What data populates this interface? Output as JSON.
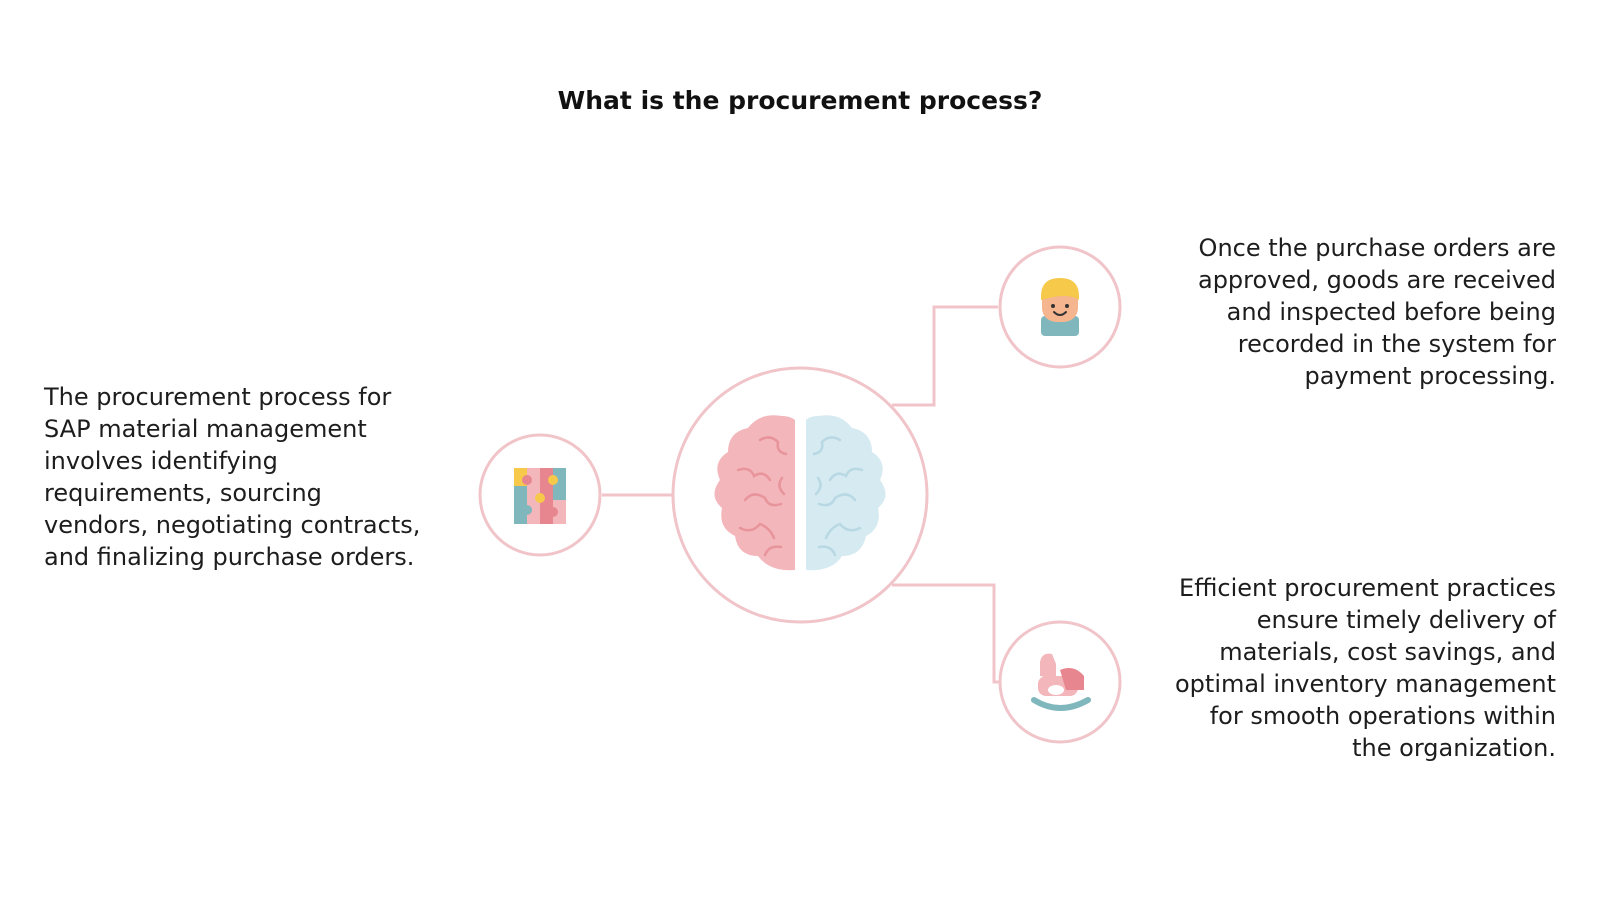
{
  "title": "What is the procurement process?",
  "nodes": {
    "left": {
      "icon": "puzzle-icon",
      "text": "The procurement process for\nSAP material management\ninvolves identifying\nrequirements, sourcing\nvendors, negotiating contracts,\nand finalizing purchase orders."
    },
    "top_right": {
      "icon": "child-face-icon",
      "text": "Once the purchase orders are\napproved, goods are received\nand inspected before being\nrecorded in the system for\npayment processing."
    },
    "bottom_right": {
      "icon": "rocking-horse-icon",
      "text": "Efficient procurement practices\nensure timely delivery of\nmaterials, cost savings, and\noptimal inventory management\nfor smooth operations within\nthe organization."
    },
    "center": {
      "icon": "brain-icon"
    }
  },
  "colors": {
    "connector": "#f0c4c8",
    "circle_stroke": "#f0c4c8",
    "pink": "#f3b6bb",
    "pink_dark": "#e8868f",
    "blue": "#cfe6ee",
    "teal": "#7fb7bd",
    "yellow": "#f6c94a",
    "skin": "#f5b58f"
  }
}
